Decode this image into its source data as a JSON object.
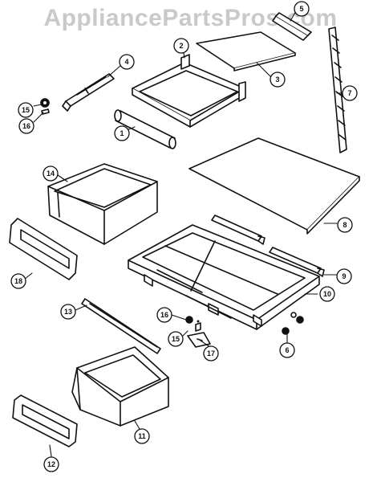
{
  "watermark": "AppliancePartsPros.com",
  "colors": {
    "ink": "#111111",
    "watermark": "#c9c9c9",
    "paper": "#ffffff"
  },
  "callouts": [
    {
      "id": "1",
      "label": "1"
    },
    {
      "id": "2",
      "label": "2"
    },
    {
      "id": "3",
      "label": "3"
    },
    {
      "id": "4",
      "label": "4"
    },
    {
      "id": "5",
      "label": "5"
    },
    {
      "id": "6",
      "label": "6"
    },
    {
      "id": "7",
      "label": "7"
    },
    {
      "id": "8",
      "label": "8"
    },
    {
      "id": "9",
      "label": "9"
    },
    {
      "id": "10",
      "label": "10"
    },
    {
      "id": "11",
      "label": "11"
    },
    {
      "id": "12",
      "label": "12"
    },
    {
      "id": "13",
      "label": "13"
    },
    {
      "id": "14",
      "label": "14"
    },
    {
      "id": "15a",
      "label": "15"
    },
    {
      "id": "16a",
      "label": "16"
    },
    {
      "id": "15b",
      "label": "15"
    },
    {
      "id": "16b",
      "label": "16"
    },
    {
      "id": "17",
      "label": "17"
    },
    {
      "id": "18",
      "label": "18"
    }
  ]
}
